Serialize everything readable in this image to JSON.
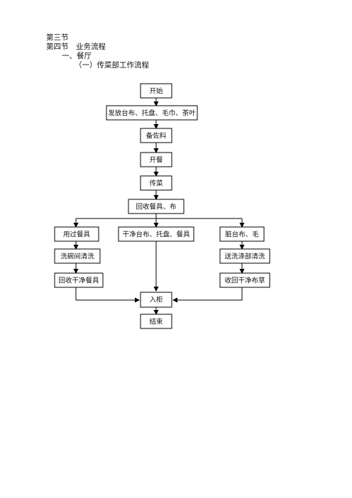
{
  "document": {
    "section3": "第三节",
    "section4": "第四节　业务流程",
    "part1": "一、餐厅",
    "subpart1": "（一）传菜部工作流程"
  },
  "flowchart": {
    "start": "开始",
    "step_place_items": "发放台布、托盘、毛巾、茶叶",
    "step_prepare": "备佐料",
    "step_open_meal": "开餐",
    "step_serve": "传菜",
    "step_collect": "回收餐具、布",
    "branch_used_tableware": "用过餐具",
    "branch_clean_items": "干净台布、托盘、餐具",
    "branch_dirty_linen": "脏台布、毛",
    "step_dishwashing": "洗碗间清洗",
    "step_laundry": "送洗涤部清洗",
    "step_collect_clean_tableware": "回收干净餐具",
    "step_collect_clean_linen": "收回干净布草",
    "step_store": "入柜",
    "end": "结束"
  }
}
